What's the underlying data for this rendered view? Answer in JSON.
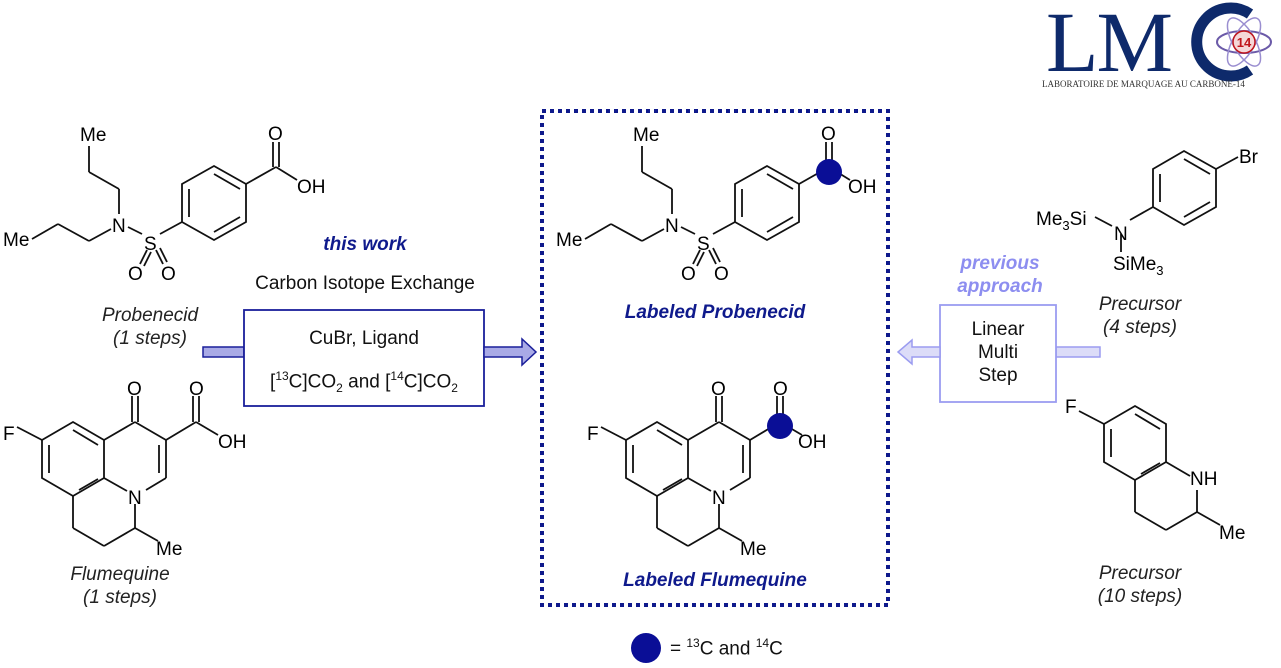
{
  "logo": {
    "letters": "LM",
    "c_letter": "C",
    "badge": "14",
    "subtitle": "LABORATOIRE DE MARQUAGE AU CARBONE-14",
    "colors": {
      "navy": "#0e2a6b",
      "badge_red": "#c0141a",
      "orbit": "#6b5aa8"
    }
  },
  "left": {
    "probenecid": {
      "name": "Probenecid",
      "steps": "(1 steps)"
    },
    "flumequine": {
      "name": "Flumequine",
      "steps": "(1 steps)"
    }
  },
  "this_work": {
    "title": "this work",
    "method": "Carbon Isotope Exchange",
    "box": {
      "line1": "CuBr, Ligand",
      "line2_parts": [
        "[",
        "13",
        "C]CO",
        "2",
        " and [",
        "14",
        "C]CO",
        "2"
      ]
    }
  },
  "center": {
    "labeled_probenecid": "Labeled Probenecid",
    "labeled_flumequine": "Labeled Flumequine"
  },
  "previous": {
    "title_line1": "previous",
    "title_line2": "approach",
    "box_lines": [
      "Linear",
      "Multi",
      "Step"
    ]
  },
  "right": {
    "precursor1": {
      "name": "Precursor",
      "steps": "(4 steps)"
    },
    "precursor2": {
      "name": "Precursor",
      "steps": "(10 steps)"
    }
  },
  "atoms": {
    "me": "Me",
    "n": "N",
    "s": "S",
    "o": "O",
    "oh": "OH",
    "f": "F",
    "br": "Br",
    "nh": "NH",
    "me3si": "Me",
    "si": "Si",
    "sub3": "3",
    "sime": "SiMe"
  },
  "legend": {
    "parts": [
      "= ",
      "13",
      "C and ",
      "14",
      "C"
    ]
  },
  "colors": {
    "label_blue": "#0f1a8c",
    "pale_blue": "#8d8ef0",
    "arrow_fill": "#a9aae6",
    "dot": "#0a0e96",
    "dash_border": "#0f1a8c"
  }
}
